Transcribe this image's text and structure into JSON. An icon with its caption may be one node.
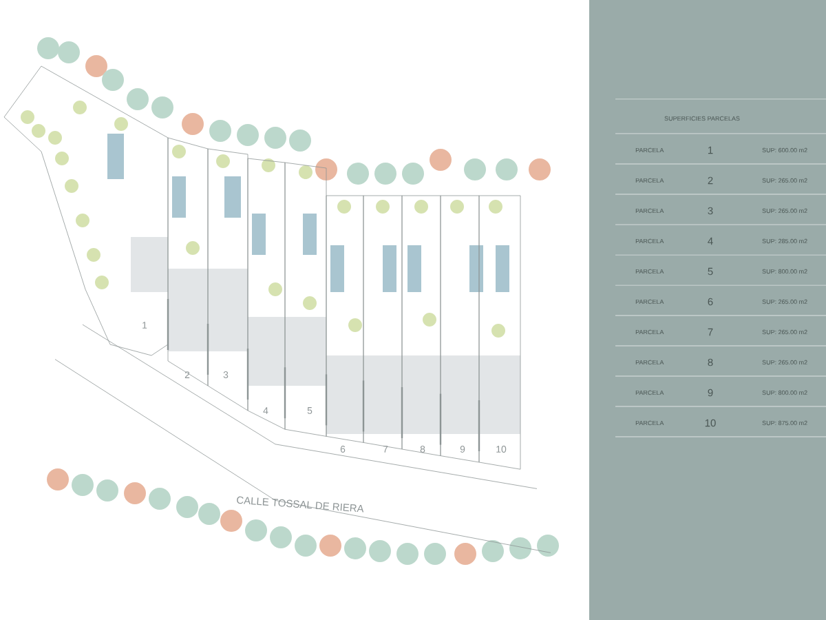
{
  "diagram": {
    "nodes": [
      {
        "text": [
          "1"
        ]
      },
      {
        "text": [
          "2"
        ]
      },
      {
        "text": [
          "3"
        ]
      },
      {
        "text": [
          "4"
        ]
      },
      {
        "text": [
          "5"
        ]
      },
      {
        "text": [
          "6"
        ]
      },
      {
        "text": [
          "7"
        ]
      },
      {
        "text": [
          "8"
        ]
      },
      {
        "text": [
          "9"
        ]
      },
      {
        "text": [
          "10"
        ]
      }
    ],
    "labels": [
      "CALLE TOSSAL DE RIERA",
      "SUPERFICIES PARCELAS",
      "PARCELA",
      "1",
      "SUP: 600.00 m2",
      "PARCELA",
      "2",
      "SUP: 265.00 m2",
      "PARCELA",
      "3",
      "SUP: 265.00 m2",
      "PARCELA",
      "4",
      "SUP: 285.00 m2",
      "PARCELA",
      "5",
      "SUP: 800.00 m2",
      "PARCELA",
      "6",
      "SUP: 265.00 m2",
      "PARCELA",
      "7",
      "SUP: 265.00 m2",
      "PARCELA",
      "8",
      "SUP: 265.00 m2",
      "PARCELA",
      "9",
      "SUP: 800.00 m2",
      "PARCELA",
      "10",
      "SUP: 875.00 m2"
    ]
  }
}
